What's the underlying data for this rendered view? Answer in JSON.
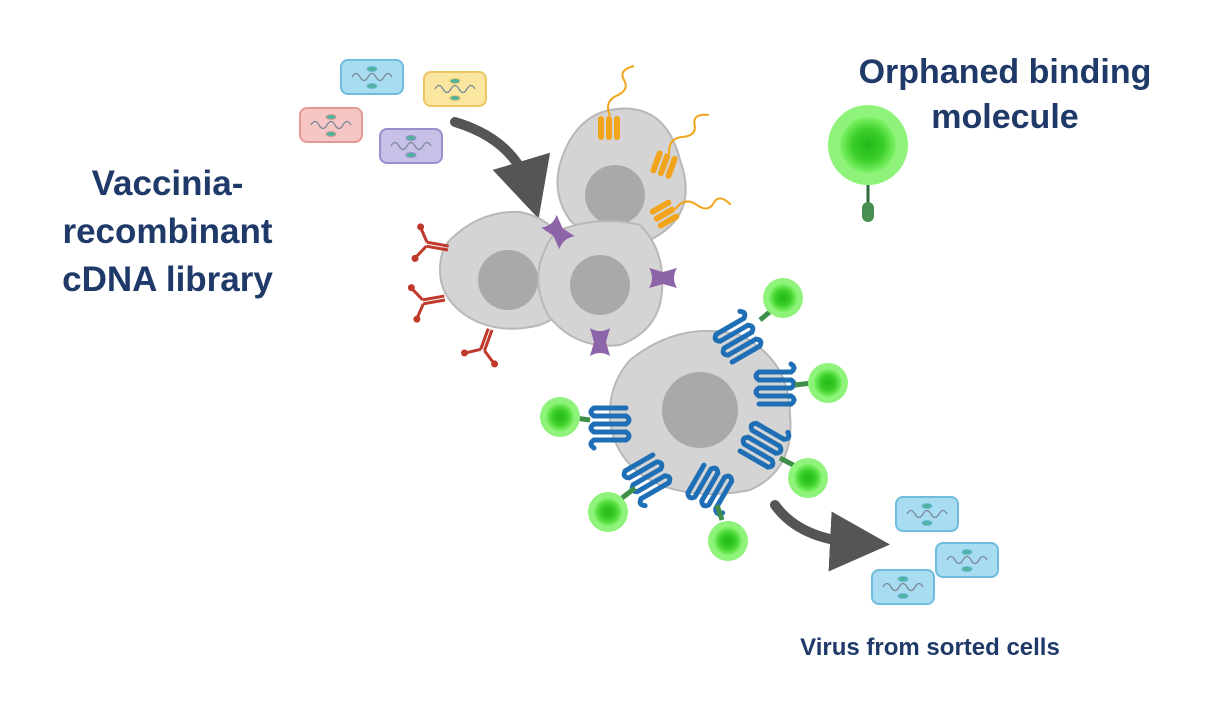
{
  "labels": {
    "library_line1": "Vaccinia-",
    "library_line2": "recombinant",
    "library_line3": "cDNA library",
    "orphan_line1": "Orphaned binding",
    "orphan_line2": "molecule",
    "virus": "Virus from sorted cells"
  },
  "colors": {
    "text": "#1f3a68",
    "cell": "#d4d4d4",
    "nucleus": "#a9a9a9",
    "receptor_blue": "#1e6fb5",
    "receptor_orange": "#f2a51c",
    "receptor_purple": "#8e64a8",
    "antibody_red": "#c0392b",
    "ligand_green": "#55d63c",
    "arrow": "#555555",
    "virus_blue": "#a8dcf0",
    "virus_yellow": "#fbe6a0",
    "virus_pink": "#f6c6c4",
    "virus_purple": "#c8c0e6"
  }
}
